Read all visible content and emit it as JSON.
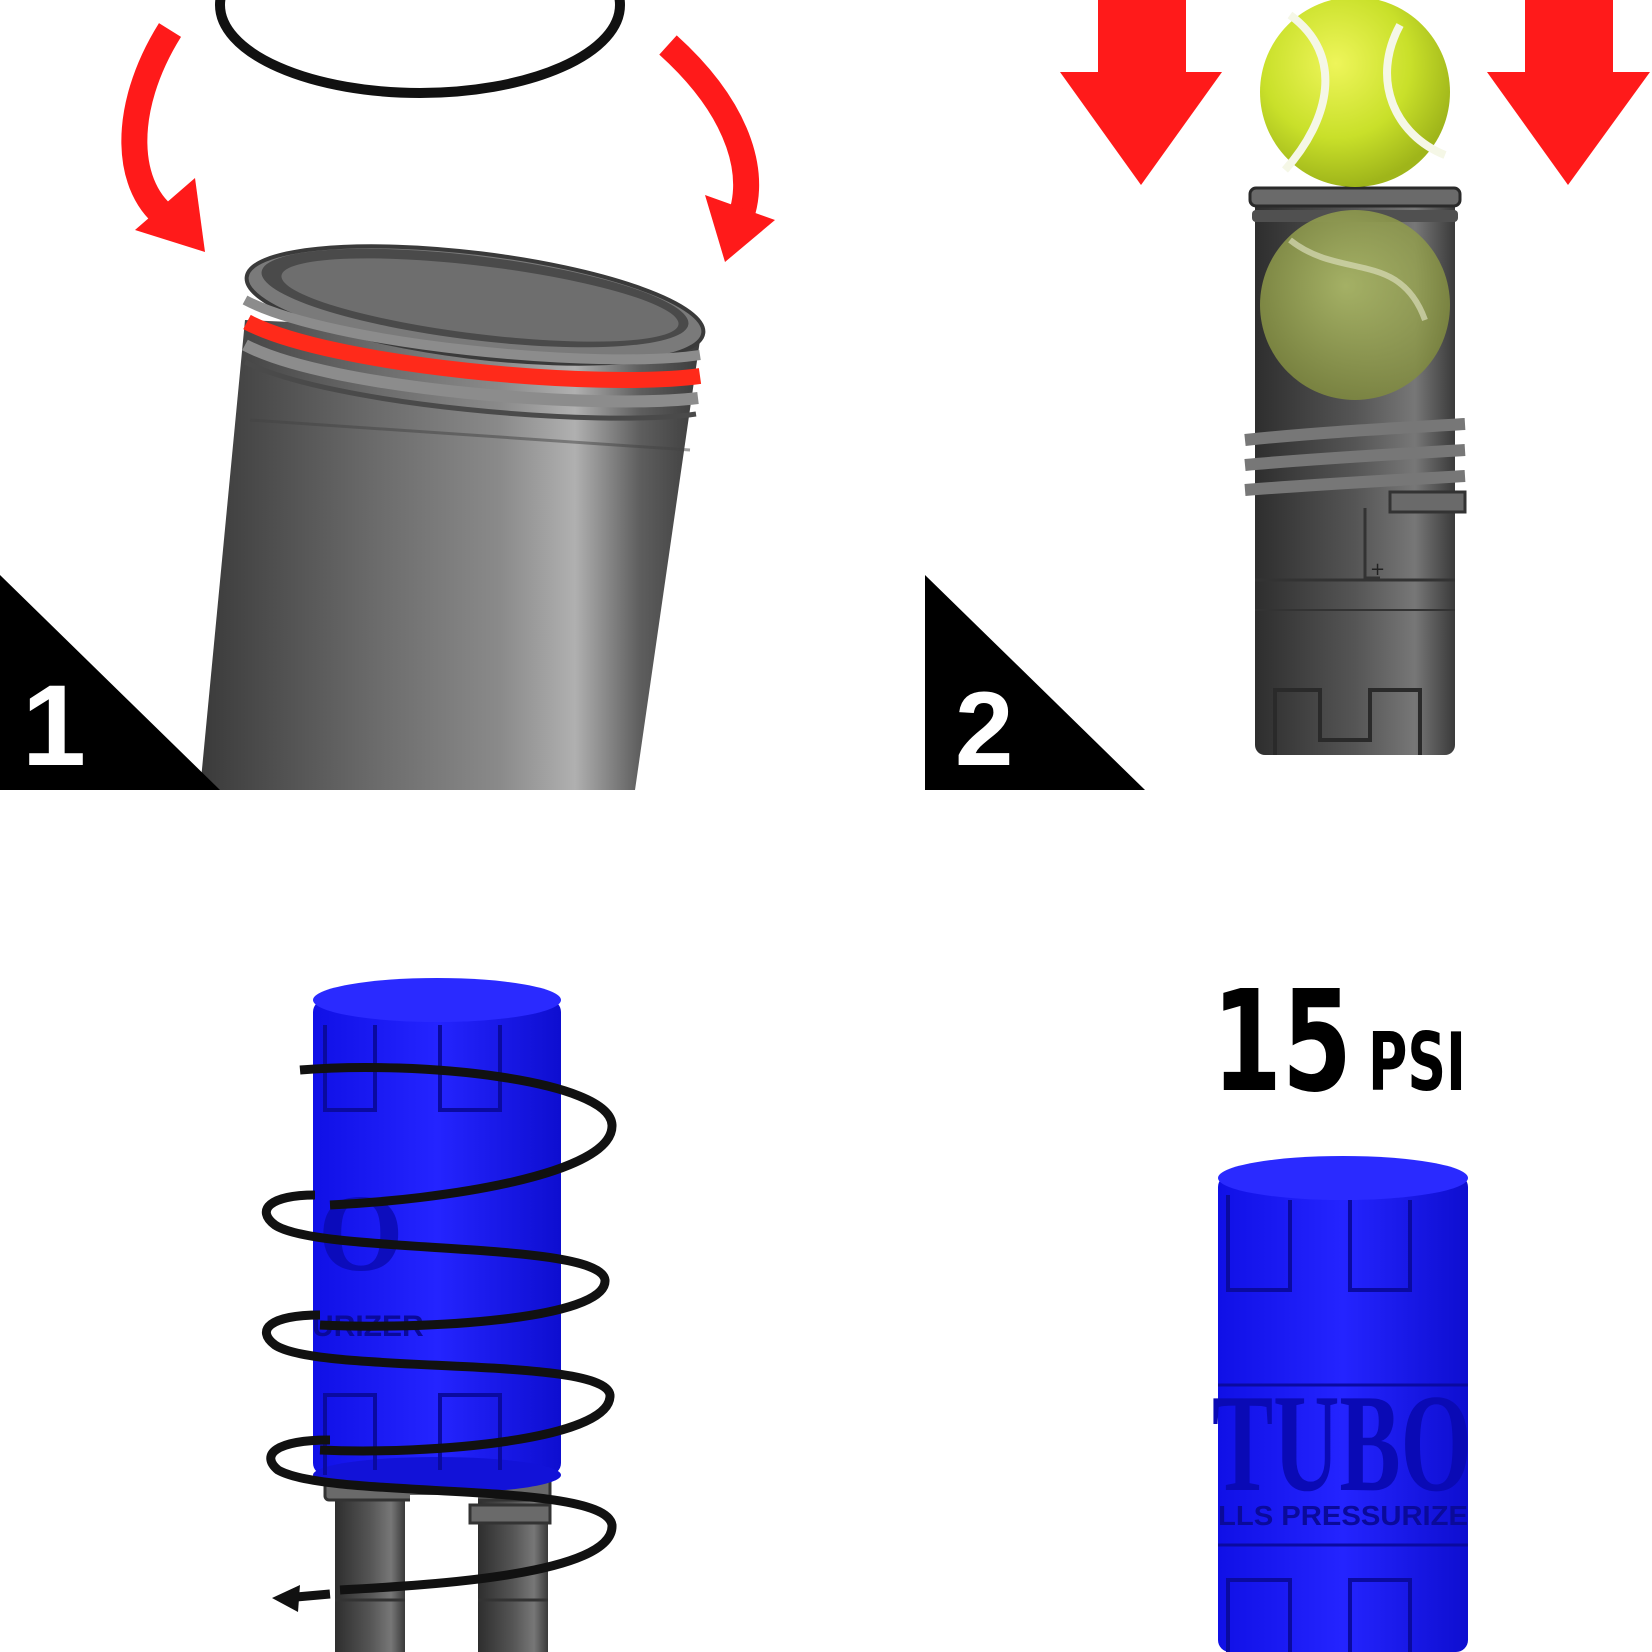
{
  "steps": [
    {
      "number": "1"
    },
    {
      "number": "2"
    }
  ],
  "pressure": {
    "value": "15",
    "unit": "PSI"
  },
  "product": {
    "brand": "TUBO",
    "tagline": "BALLS PRESSURIZER",
    "tagline_visible": "LLS PRESSURIZE",
    "tagline_cut_left": "URIZER"
  },
  "colors": {
    "arrow": "#ff1a1a",
    "o_ring_installed": "#ff2a1a",
    "o_ring": "#111111",
    "tube_body": "#5a5a5a",
    "cap_blue": "#1a1aff",
    "tennis_ball": "#c9e02a",
    "step_triangle": "#000000"
  }
}
